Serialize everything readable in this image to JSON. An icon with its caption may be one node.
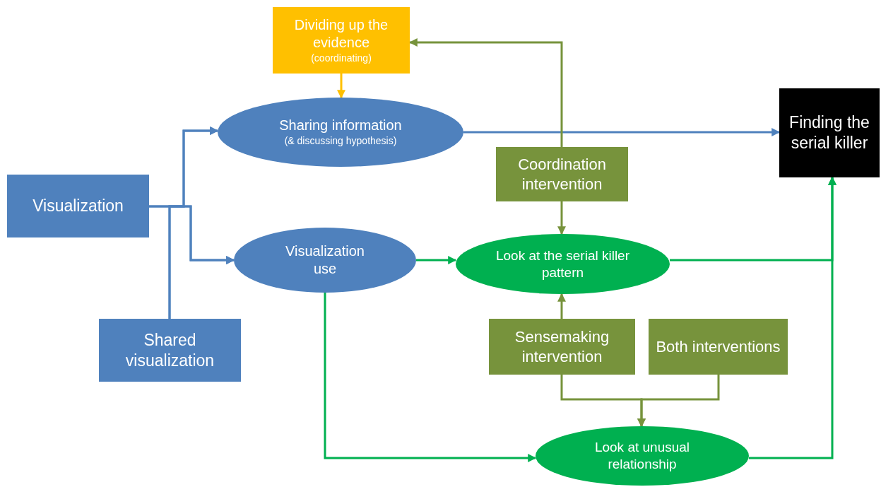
{
  "diagram": {
    "nodes": [
      {
        "text": [
          "Dividing up the evidence",
          "(coordinating)"
        ]
      },
      {
        "text": [
          "Sharing information",
          "(& discussing hypothesis)"
        ]
      },
      {
        "text": [
          "Finding the serial killer"
        ]
      },
      {
        "text": [
          "Visualization"
        ]
      },
      {
        "text": [
          "Coordination intervention"
        ]
      },
      {
        "text": [
          "Visualization use"
        ]
      },
      {
        "text": [
          "Look at the serial killer pattern"
        ]
      },
      {
        "text": [
          "Shared visualization"
        ]
      },
      {
        "text": [
          "Sensemaking intervention"
        ]
      },
      {
        "text": [
          "Both interventions"
        ]
      },
      {
        "text": [
          "Look at unusual relationship"
        ]
      }
    ],
    "edges": [
      {
        "from": 0,
        "to": 1,
        "arrow": "to",
        "color": "#ffc000"
      },
      {
        "from": 3,
        "to": 1,
        "arrow": "to"
      },
      {
        "from": 3,
        "to": 5,
        "arrow": "to"
      },
      {
        "from": 7,
        "to": 1,
        "arrow": "to"
      },
      {
        "from": 7,
        "to": 5,
        "arrow": "to"
      },
      {
        "from": 1,
        "to": 2,
        "arrow": "to"
      },
      {
        "from": 5,
        "to": 6,
        "arrow": "to",
        "color": "#00b050"
      },
      {
        "from": 4,
        "to": 0,
        "arrow": "to",
        "color": "#77933c"
      },
      {
        "from": 4,
        "to": 6,
        "arrow": "to",
        "color": "#77933c"
      },
      {
        "from": 8,
        "to": 6,
        "arrow": "to",
        "color": "#77933c"
      },
      {
        "from": 8,
        "to": 10,
        "arrow": "to",
        "color": "#77933c"
      },
      {
        "from": 9,
        "to": 10,
        "arrow": "to",
        "color": "#77933c"
      },
      {
        "from": 5,
        "to": 10,
        "arrow": "to",
        "color": "#00b050"
      },
      {
        "from": 6,
        "to": 2,
        "arrow": "to",
        "color": "#00b050"
      },
      {
        "from": 10,
        "to": 2,
        "arrow": "to",
        "color": "#00b050"
      }
    ]
  }
}
